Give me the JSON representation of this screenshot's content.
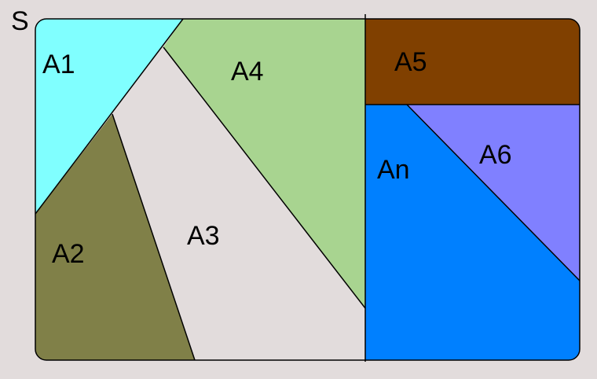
{
  "set_label": "S",
  "regions": [
    {
      "id": "a1",
      "label": "A1",
      "color": "#80ffff"
    },
    {
      "id": "a2",
      "label": "A2",
      "color": "#808048"
    },
    {
      "id": "a3",
      "label": "A3",
      "color": "#e2dcdc"
    },
    {
      "id": "a4",
      "label": "A4",
      "color": "#a8d490"
    },
    {
      "id": "a5",
      "label": "A5",
      "color": "#804000"
    },
    {
      "id": "a6",
      "label": "A6",
      "color": "#8080ff"
    },
    {
      "id": "an",
      "label": "An",
      "color": "#0080ff"
    }
  ],
  "colors": {
    "background": "#e2dcdc",
    "outline": "#000000"
  }
}
